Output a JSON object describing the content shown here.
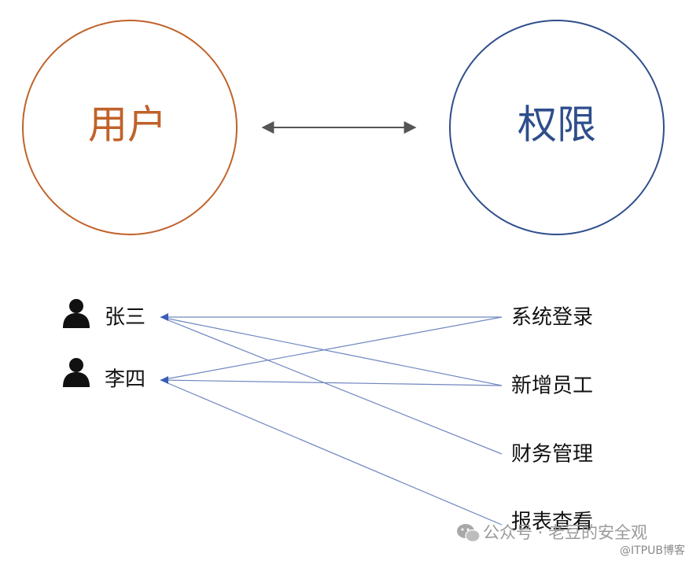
{
  "concepts": {
    "user": "用户",
    "permission": "权限"
  },
  "users": [
    {
      "name": "张三"
    },
    {
      "name": "李四"
    }
  ],
  "permissions": [
    {
      "name": "系统登录"
    },
    {
      "name": "新增员工"
    },
    {
      "name": "财务管理"
    },
    {
      "name": "报表查看"
    }
  ],
  "links": [
    {
      "user": 0,
      "permission": 0
    },
    {
      "user": 0,
      "permission": 1
    },
    {
      "user": 0,
      "permission": 2
    },
    {
      "user": 1,
      "permission": 0
    },
    {
      "user": 1,
      "permission": 1
    },
    {
      "user": 1,
      "permission": 3
    }
  ],
  "watermark": {
    "text": "公众号 · 老豆的安全观",
    "sub": "@ITPUB博客"
  },
  "colors": {
    "user_circle": "#c0622a",
    "permission_circle": "#2e4e8c",
    "bidirectional_arrow": "#555555",
    "link_line": "#6f86c0",
    "arrowhead": "#3a5db8",
    "person_icon": "#111111"
  }
}
